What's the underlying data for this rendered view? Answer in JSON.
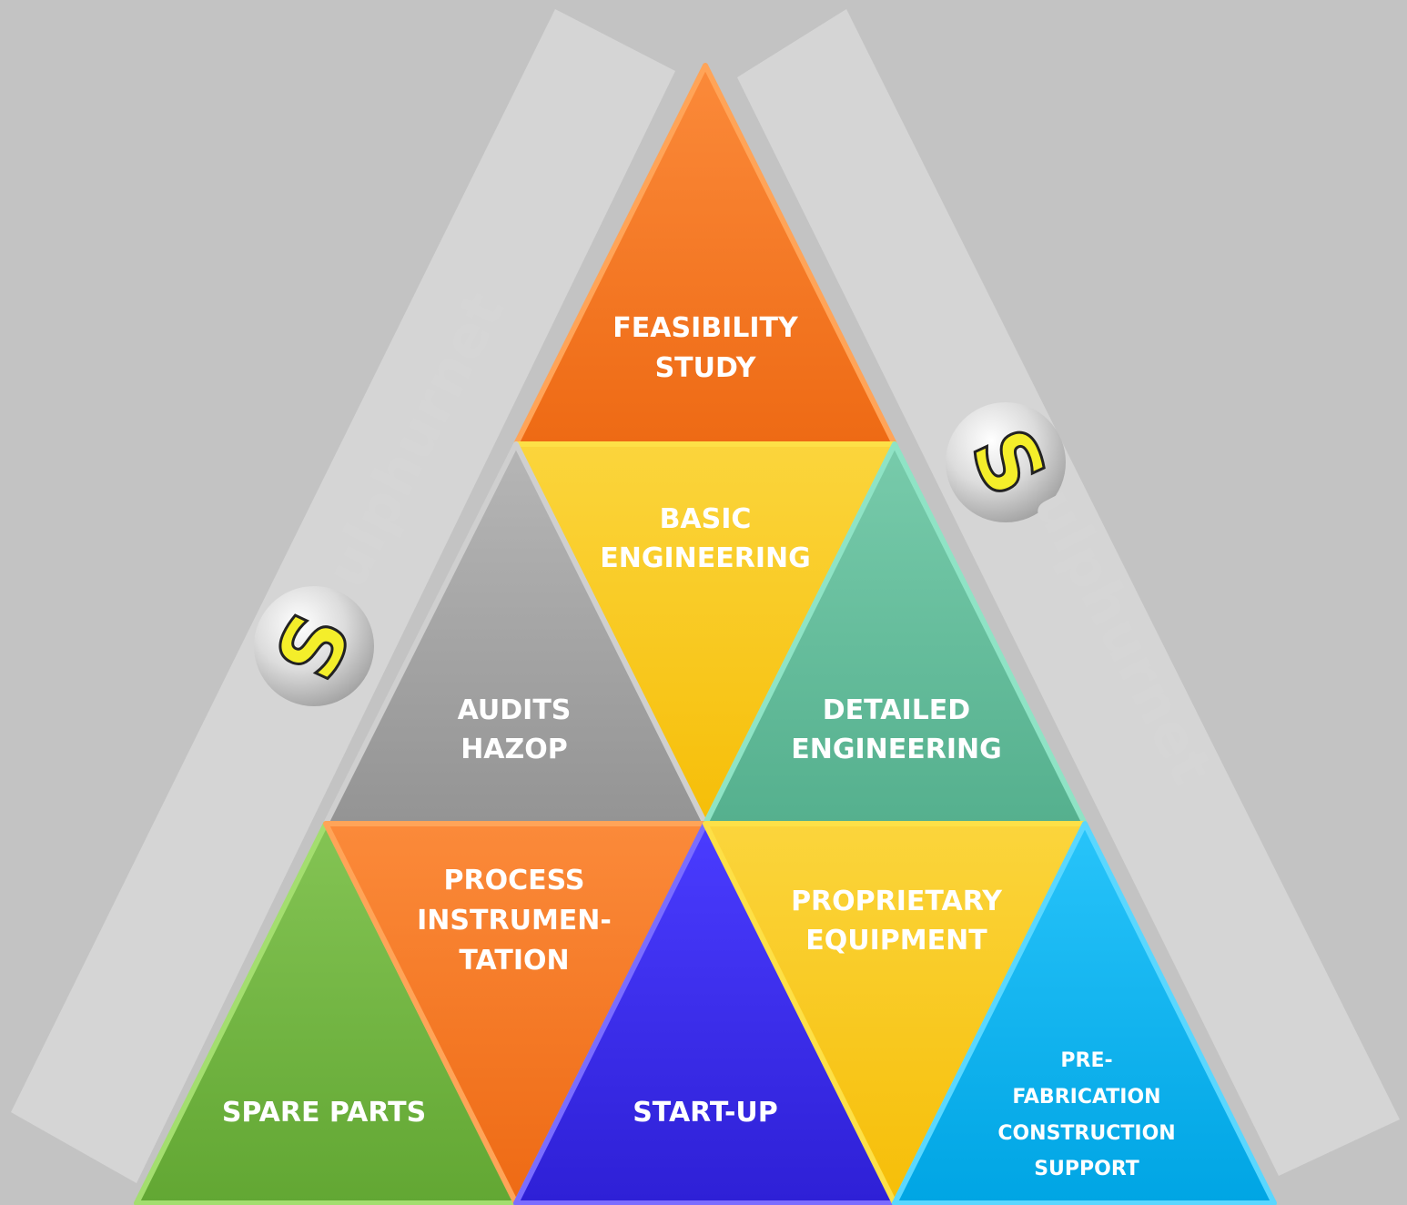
{
  "brand": {
    "logo_letter": "S",
    "name_rest": "ulphurnet"
  },
  "segments": {
    "feasibility": {
      "line1": "FEASIBILITY",
      "line2": "STUDY",
      "color": "#f47a24"
    },
    "basic": {
      "line1": "BASIC",
      "line2": "ENGINEERING",
      "color": "#fac912"
    },
    "audits": {
      "line1": "AUDITS",
      "line2": "HAZOP",
      "color": "#a9a9a9"
    },
    "detailed": {
      "line1": "DETAILED",
      "line2": "ENGINEERING",
      "color": "#63be9e"
    },
    "spare": {
      "line1": "SPARE PARTS",
      "color": "#72b843"
    },
    "process": {
      "line1": "PROCESS",
      "line2": "INSTRUMEN-",
      "line3": "TATION",
      "color": "#f47a24"
    },
    "startup": {
      "line1": "START-UP",
      "color": "#3b2cf2"
    },
    "proprietary": {
      "line1": "PROPRIETARY",
      "line2": "EQUIPMENT",
      "color": "#fac912"
    },
    "prefab": {
      "line1": "PRE-",
      "line2": "FABRICATION",
      "line3": "CONSTRUCTION",
      "line4": "SUPPORT",
      "color": "#0bb6f2"
    }
  }
}
